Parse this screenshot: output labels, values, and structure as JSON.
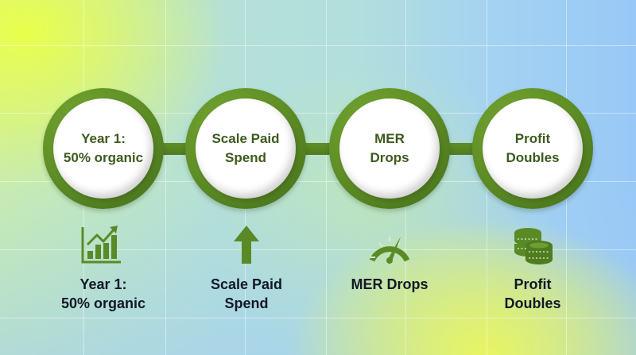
{
  "colors": {
    "ring_green": "#5f8f26",
    "ring_dark": "#40691a",
    "node_text": "#3d5a1e",
    "label_text": "#111827",
    "icon_green": "#5a8a26",
    "bg_yellow": "#ecff46",
    "bg_blue": "#98c8f6",
    "bg_teal": "#b2dfdc"
  },
  "steps": [
    {
      "node_line1": "Year 1:",
      "node_line2": "50% organic",
      "icon": "bar-chart-growth-icon",
      "label_line1": "Year 1:",
      "label_line2": "50% organic"
    },
    {
      "node_line1": "Scale Paid",
      "node_line2": "Spend",
      "icon": "arrow-up-icon",
      "label_line1": "Scale Paid",
      "label_line2": "Spend"
    },
    {
      "node_line1": "MER",
      "node_line2": "Drops",
      "icon": "speedometer-icon",
      "label_line1": "MER Drops",
      "label_line2": ""
    },
    {
      "node_line1": "Profit",
      "node_line2": "Doubles",
      "icon": "coin-stack-icon",
      "label_line1": "Profit",
      "label_line2": "Doubles"
    }
  ]
}
